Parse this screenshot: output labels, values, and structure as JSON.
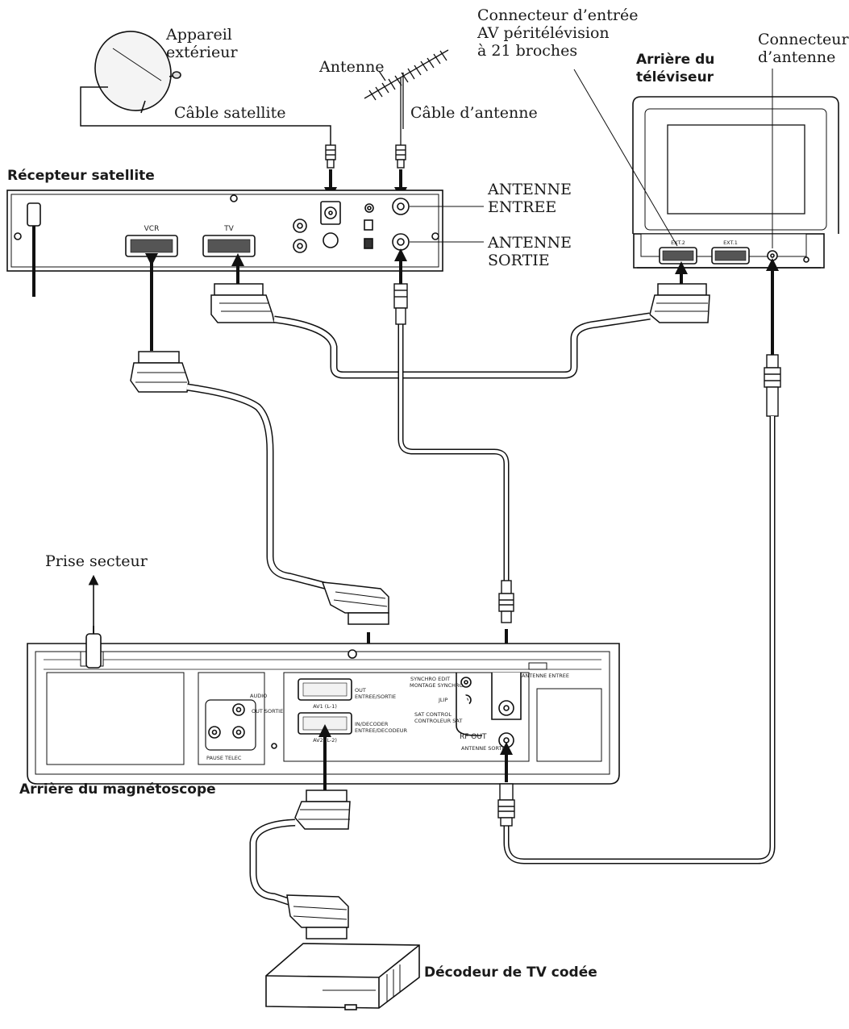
{
  "labels": {
    "appareil_exterieur": "Appareil\nextérieur",
    "antenne": "Antenne",
    "cable_satellite": "Câble satellite",
    "cable_antenne": "Câble d’antenne",
    "connecteur_entree": "Connecteur d’entrée\nAV péritélévision\nà 21 broches",
    "connecteur_antenne": "Connecteur\nd’antenne",
    "arriere_televiseur": "Arrière du\ntéléviseur",
    "recepteur_satellite": "Récepteur satellite",
    "antenne_entree": "ANTENNE\nENTREE",
    "antenne_sortie": "ANTENNE\nSORTIE",
    "prise_secteur": "Prise secteur",
    "arriere_magnetoscope": "Arrière du magnétoscope",
    "decodeur": "Décodeur de TV codée"
  },
  "receiver": {
    "vcr": "VCR",
    "tv": "TV"
  },
  "tv": {
    "ext2": "EXT.2",
    "ext1": "EXT.1"
  },
  "vcr_panel": {
    "out": "OUT",
    "entree_sortie": "ENTREE/SORTIE",
    "av1": "AV1 (L-1)",
    "in_decoder": "IN/DECODER",
    "entree_decodeur": "ENTREE/DECODEUR",
    "av2": "AV2 (L-2)",
    "synchro_edit": "SYNCHRO EDIT",
    "montage_synchro": "MONTAGE SYNCHRO",
    "jlip": "JLIP",
    "sat_control": "SAT CONTROL",
    "controleur_sat": "CONTROLEUR SAT",
    "rf_out": "RF OUT",
    "antenne_sortie": "ANTENNE\nSORTIE",
    "antenne_in": "ANTENNE\nENTREE",
    "audio": "AUDIO",
    "out_sortie": "OUT\nSORTIE",
    "pause": "PAUSE\nTELEC"
  }
}
